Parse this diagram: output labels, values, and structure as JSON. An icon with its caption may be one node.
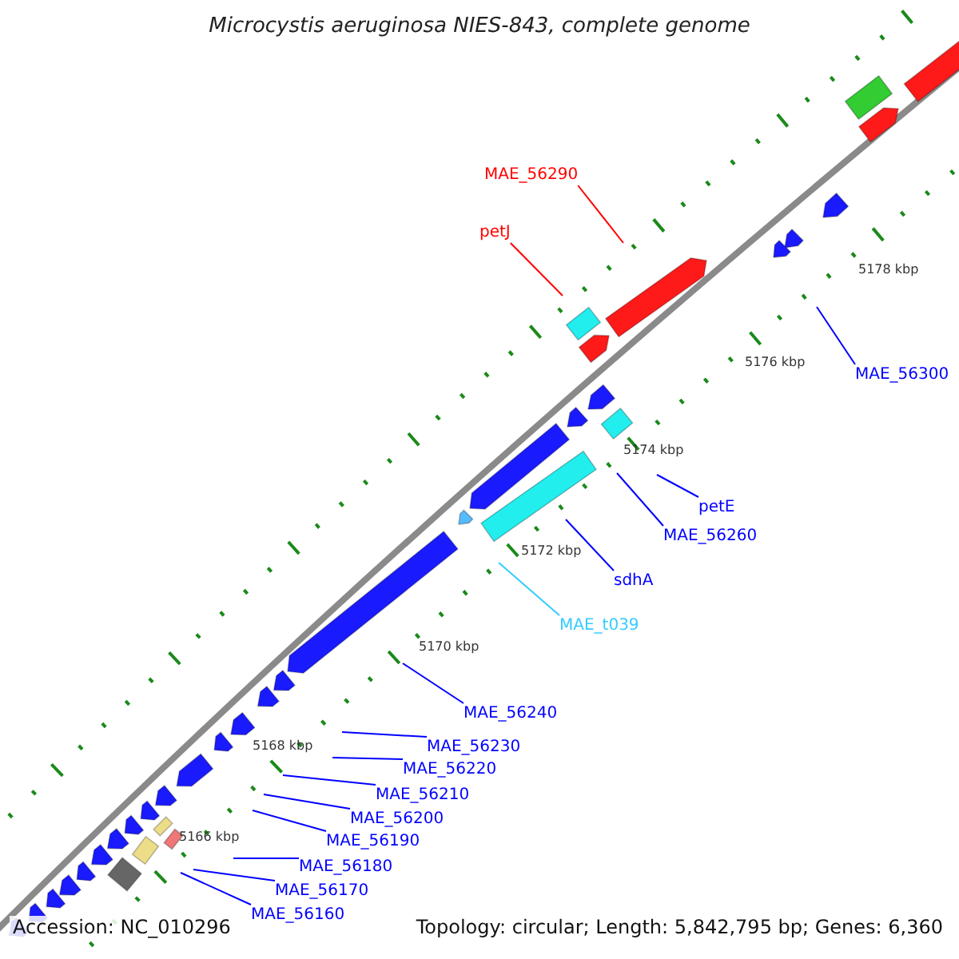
{
  "diagram": {
    "title": "Microcystis aeruginosa NIES-843, complete genome",
    "nodes": [
      {
        "text": [
          "MAE_56290"
        ]
      },
      {
        "text": [
          "petJ"
        ]
      },
      {
        "text": [
          "MAE_56300"
        ]
      },
      {
        "text": [
          "petE"
        ]
      },
      {
        "text": [
          "MAE_56260"
        ]
      },
      {
        "text": [
          "sdhA"
        ]
      },
      {
        "text": [
          "MAE_t039"
        ]
      },
      {
        "text": [
          "MAE_56240"
        ]
      },
      {
        "text": [
          "MAE_56230"
        ]
      },
      {
        "text": [
          "MAE_56220"
        ]
      },
      {
        "text": [
          "MAE_56210"
        ]
      },
      {
        "text": [
          "MAE_56200"
        ]
      },
      {
        "text": [
          "MAE_56190"
        ]
      },
      {
        "text": [
          "MAE_56180"
        ]
      },
      {
        "text": [
          "MAE_56170"
        ]
      },
      {
        "text": [
          "MAE_56160"
        ]
      }
    ],
    "edges": [
      {
        "from": 0,
        "to": null,
        "arrow": "none",
        "color": "#ff0000"
      },
      {
        "from": 1,
        "to": null,
        "arrow": "none",
        "color": "#ff0000"
      },
      {
        "from": 2,
        "to": null,
        "arrow": "none"
      },
      {
        "from": 3,
        "to": null,
        "arrow": "none"
      },
      {
        "from": 4,
        "to": null,
        "arrow": "none"
      },
      {
        "from": 5,
        "to": null,
        "arrow": "none"
      },
      {
        "from": 6,
        "to": null,
        "arrow": "none",
        "color": "#33ccff"
      },
      {
        "from": 7,
        "to": null,
        "arrow": "none"
      },
      {
        "from": 8,
        "to": null,
        "arrow": "none"
      },
      {
        "from": 9,
        "to": null,
        "arrow": "none"
      },
      {
        "from": 10,
        "to": null,
        "arrow": "none"
      },
      {
        "from": 11,
        "to": null,
        "arrow": "none"
      },
      {
        "from": 12,
        "to": null,
        "arrow": "none"
      },
      {
        "from": 13,
        "to": null,
        "arrow": "none"
      },
      {
        "from": 14,
        "to": null,
        "arrow": "none"
      },
      {
        "from": 15,
        "to": null,
        "arrow": "none"
      }
    ],
    "labels": [
      "5178 kbp",
      "5176 kbp",
      "5174 kbp",
      "5172 kbp",
      "5170 kbp",
      "5168 kbp",
      "5166 kbp",
      "Accession: NC_010296",
      "Topology: circular; Length: 5,842,795 bp; Genes: 6,360"
    ]
  }
}
